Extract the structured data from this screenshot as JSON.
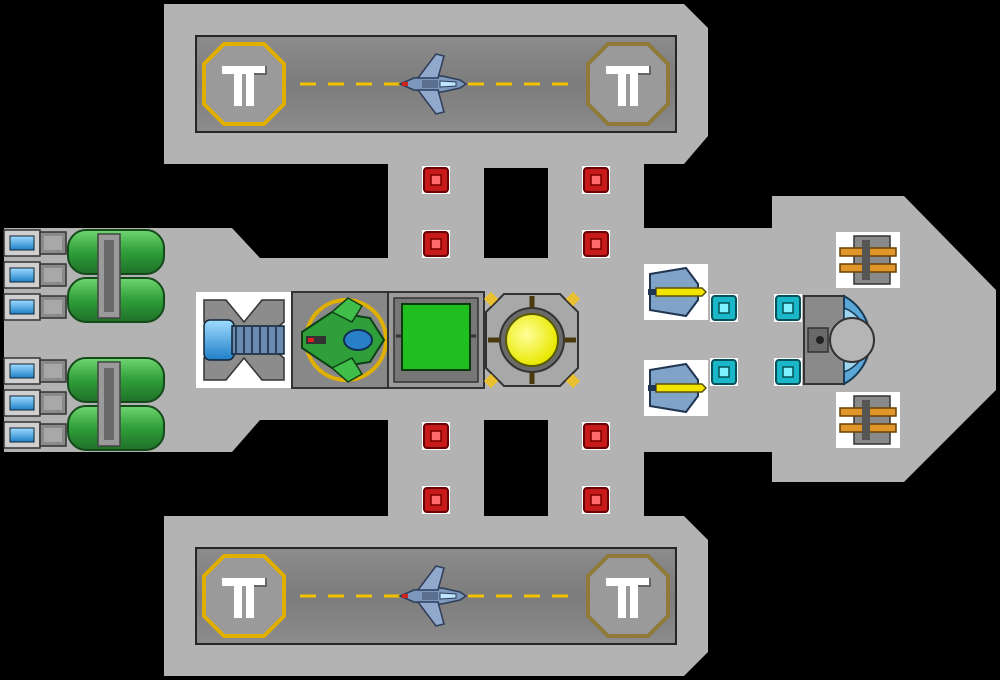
{
  "colors": {
    "background": "#000000",
    "hull": "#b3b3b3",
    "hull_dark": "#8f8f8f",
    "bay_floor": "#8a8a8a",
    "runway_stripe": "#f2c200",
    "pad_gold": "#e0b000",
    "pad_dim": "#8f7a3a",
    "module_green": "#1fbf1f",
    "module_yellow": "#f2f200",
    "engine_blue": "#3aa8e8",
    "tank_green": "#2f8f3a",
    "missile_orange": "#d98b1f",
    "door_red": "#d01818",
    "door_cyan": "#19c8d8",
    "fighter_blue": "#6f8fb8"
  },
  "hangars": [
    {
      "id": "top",
      "fighter": "interceptor-fighter-icon",
      "pads": [
        "launch-pad-icon",
        "launch-pad-icon"
      ]
    },
    {
      "id": "bottom",
      "fighter": "interceptor-fighter-icon",
      "pads": [
        "launch-pad-icon",
        "launch-pad-icon"
      ]
    }
  ],
  "core_modules": [
    {
      "id": "thruster",
      "icon": "ion-thruster-icon"
    },
    {
      "id": "cockpit",
      "icon": "green-fighter-cockpit-icon"
    },
    {
      "id": "power",
      "icon": "green-power-core-icon"
    },
    {
      "id": "reactor",
      "icon": "yellow-reactor-icon"
    }
  ],
  "engines": [
    {
      "group": "upper",
      "count": 3,
      "icon": "blue-engine-nozzle-icon"
    },
    {
      "group": "lower",
      "count": 3,
      "icon": "blue-engine-nozzle-icon"
    }
  ],
  "fuel_tanks": [
    {
      "group": "upper",
      "icon": "green-fuel-tank-icon"
    },
    {
      "group": "lower",
      "icon": "green-fuel-tank-icon"
    }
  ],
  "weapons": [
    {
      "id": "laser-top",
      "icon": "yellow-laser-cannon-icon"
    },
    {
      "id": "laser-bottom",
      "icon": "yellow-laser-cannon-icon"
    },
    {
      "id": "missile-top",
      "icon": "orange-missile-launcher-icon"
    },
    {
      "id": "missile-bottom",
      "icon": "orange-missile-launcher-icon"
    },
    {
      "id": "main-turret",
      "icon": "blue-main-turret-icon"
    }
  ],
  "doors": {
    "red": [
      "door-1",
      "door-2",
      "door-3",
      "door-4",
      "door-5",
      "door-6",
      "door-7",
      "door-8"
    ],
    "cyan": [
      "door-9",
      "door-10",
      "door-11",
      "door-12"
    ]
  }
}
